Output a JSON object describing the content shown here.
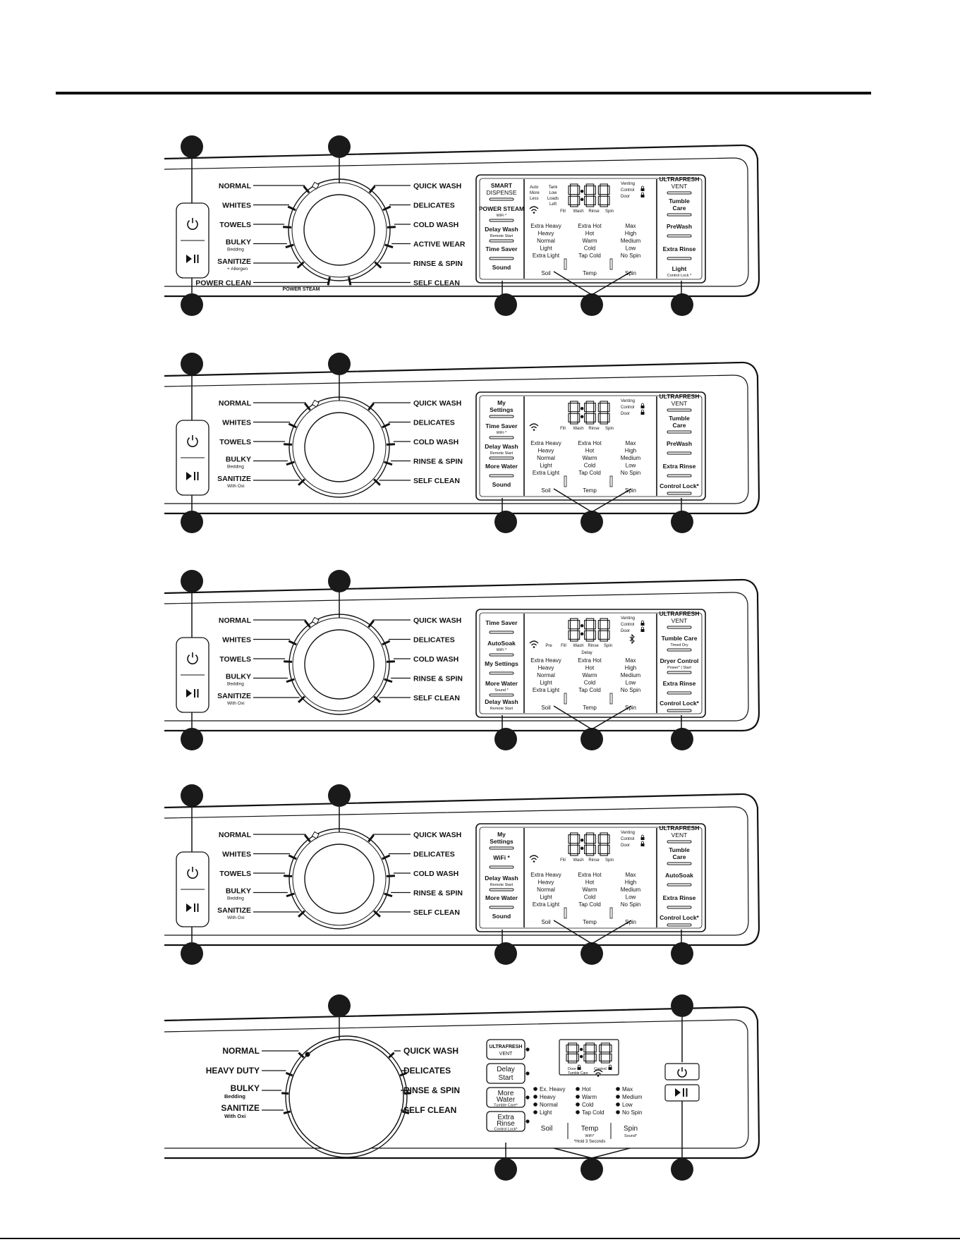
{
  "symbols": {
    "power": "⏻",
    "start_pause": "▶ll",
    "wifi_icon": "wifi-icon",
    "bluetooth_icon": "bluetooth-icon",
    "digits": "8:88"
  },
  "panels": [
    {
      "cycles_left": [
        {
          "label": "NORMAL"
        },
        {
          "label": "WHITES"
        },
        {
          "label": "TOWELS"
        },
        {
          "label": "BULKY",
          "sub": "Bedding"
        },
        {
          "label": "SANITIZE",
          "sub": "+ Allergen"
        },
        {
          "label": "POWER CLEAN"
        }
      ],
      "cycles_right": [
        "QUICK WASH",
        "DELICATES",
        "COLD WASH",
        "ACTIVE WEAR",
        "RINSE & SPIN",
        "SELF CLEAN"
      ],
      "dial_caption": "POWER STEAM",
      "left_buttons": [
        {
          "label": "SMART",
          "label2": "DISPENSE"
        },
        {
          "label": "POWER STEAM",
          "sub": "WiFi *"
        },
        {
          "label": "Delay Wash",
          "sub": "Remote Start"
        },
        {
          "label": "Time Saver"
        },
        {
          "label": "Sound"
        }
      ],
      "status_left": [
        "Auto",
        "More",
        "Less"
      ],
      "status_mid": [
        "Tank",
        "Low",
        "Loads",
        "Left"
      ],
      "status_right": [
        "Venting",
        "Control",
        "Door"
      ],
      "indicators": [
        "Fill",
        "Wash",
        "Rinse",
        "Spin"
      ],
      "soil": [
        "Extra Heavy",
        "Heavy",
        "Normal",
        "Light",
        "Extra Light"
      ],
      "temp": [
        "Extra Hot",
        "Hot",
        "Warm",
        "Cold",
        "Tap Cold"
      ],
      "spin": [
        "Max",
        "High",
        "Medium",
        "Low",
        "No Spin"
      ],
      "bottom_labels": [
        "Soil",
        "Temp",
        "Spin"
      ],
      "right_buttons": [
        {
          "label": "ULTRAFRESH",
          "label2": "VENT"
        },
        {
          "label": "Tumble",
          "label2": "Care"
        },
        {
          "label": "PreWash"
        },
        {
          "label": "Extra Rinse"
        },
        {
          "label": "Light",
          "sub": "Control Lock *"
        }
      ]
    },
    {
      "cycles_left": [
        {
          "label": "NORMAL"
        },
        {
          "label": "WHITES"
        },
        {
          "label": "TOWELS"
        },
        {
          "label": "BULKY",
          "sub": "Bedding"
        },
        {
          "label": "SANITIZE",
          "sub": "With Oxi"
        }
      ],
      "cycles_right": [
        "QUICK WASH",
        "DELICATES",
        "COLD WASH",
        "RINSE & SPIN",
        "SELF CLEAN"
      ],
      "left_buttons": [
        {
          "label": "My",
          "label2": "Settings"
        },
        {
          "label": "Time Saver",
          "sub": "WiFi *"
        },
        {
          "label": "Delay Wash",
          "sub": "Remote Start"
        },
        {
          "label": "More Water"
        },
        {
          "label": "Sound"
        }
      ],
      "status_right": [
        "Venting",
        "Control",
        "Door"
      ],
      "indicators": [
        "Fill",
        "Wash",
        "Rinse",
        "Spin"
      ],
      "soil": [
        "Extra Heavy",
        "Heavy",
        "Normal",
        "Light",
        "Extra Light"
      ],
      "temp": [
        "Extra Hot",
        "Hot",
        "Warm",
        "Cold",
        "Tap Cold"
      ],
      "spin": [
        "Max",
        "High",
        "Medium",
        "Low",
        "No Spin"
      ],
      "bottom_labels": [
        "Soil",
        "Temp",
        "Spin"
      ],
      "right_buttons": [
        {
          "label": "ULTRAFRESH",
          "label2": "VENT"
        },
        {
          "label": "Tumble",
          "label2": "Care"
        },
        {
          "label": "PreWash"
        },
        {
          "label": "Extra Rinse"
        },
        {
          "label": "Control Lock*"
        }
      ]
    },
    {
      "cycles_left": [
        {
          "label": "NORMAL"
        },
        {
          "label": "WHITES"
        },
        {
          "label": "TOWELS"
        },
        {
          "label": "BULKY",
          "sub": "Bedding"
        },
        {
          "label": "SANITIZE",
          "sub": "With Oxi"
        }
      ],
      "cycles_right": [
        "QUICK WASH",
        "DELICATES",
        "COLD WASH",
        "RINSE & SPIN",
        "SELF CLEAN"
      ],
      "left_buttons": [
        {
          "label": "Time Saver"
        },
        {
          "label": "AutoSoak",
          "sub": "WiFi *"
        },
        {
          "label": "My Settings"
        },
        {
          "label": "More Water",
          "sub": "Sound *"
        },
        {
          "label": "Delay Wash",
          "sub": "Remote Start"
        }
      ],
      "status_right": [
        "Venting",
        "Control",
        "Door"
      ],
      "indicators": [
        "Pre",
        "Fill",
        "Wash",
        "Rinse",
        "Spin"
      ],
      "indicator_sub": "Delay",
      "soil": [
        "Extra Heavy",
        "Heavy",
        "Normal",
        "Light",
        "Extra Light"
      ],
      "temp": [
        "Extra Hot",
        "Hot",
        "Warm",
        "Cold",
        "Tap Cold"
      ],
      "spin": [
        "Max",
        "High",
        "Medium",
        "Low",
        "No Spin"
      ],
      "bottom_labels": [
        "Soil",
        "Temp",
        "Spin"
      ],
      "right_buttons": [
        {
          "label": "ULTRAFRESH",
          "label2": "VENT"
        },
        {
          "label": "Tumble Care",
          "sub": "Timed Dry"
        },
        {
          "label": "Dryer Control",
          "sub": "Power* | Start"
        },
        {
          "label": "Extra Rinse"
        },
        {
          "label": "Control Lock*"
        }
      ]
    },
    {
      "cycles_left": [
        {
          "label": "NORMAL"
        },
        {
          "label": "WHITES"
        },
        {
          "label": "TOWELS"
        },
        {
          "label": "BULKY",
          "sub": "Bedding"
        },
        {
          "label": "SANITIZE",
          "sub": "With Oxi"
        }
      ],
      "cycles_right": [
        "QUICK WASH",
        "DELICATES",
        "COLD WASH",
        "RINSE & SPIN",
        "SELF CLEAN"
      ],
      "left_buttons": [
        {
          "label": "My",
          "label2": "Settings"
        },
        {
          "label": "WiFi *"
        },
        {
          "label": "Delay Wash",
          "sub": "Remote Start"
        },
        {
          "label": "More Water"
        },
        {
          "label": "Sound"
        }
      ],
      "status_right": [
        "Venting",
        "Control",
        "Door"
      ],
      "indicators": [
        "Fill",
        "Wash",
        "Rinse",
        "Spin"
      ],
      "soil": [
        "Extra Heavy",
        "Heavy",
        "Normal",
        "Light",
        "Extra Light"
      ],
      "temp": [
        "Extra Hot",
        "Hot",
        "Warm",
        "Cold",
        "Tap Cold"
      ],
      "spin": [
        "Max",
        "High",
        "Medium",
        "Low",
        "No Spin"
      ],
      "bottom_labels": [
        "Soil",
        "Temp",
        "Spin"
      ],
      "right_buttons": [
        {
          "label": "ULTRAFRESH",
          "label2": "VENT"
        },
        {
          "label": "Tumble",
          "label2": "Care"
        },
        {
          "label": "AutoSoak"
        },
        {
          "label": "Extra Rinse"
        },
        {
          "label": "Control Lock*"
        }
      ]
    },
    {
      "cycles_left": [
        {
          "label": "NORMAL"
        },
        {
          "label": "HEAVY DUTY"
        },
        {
          "label": "BULKY",
          "sub": "Bedding"
        },
        {
          "label": "SANITIZE",
          "sub": "With Oxi"
        }
      ],
      "cycles_right": [
        "QUICK WASH",
        "DELICATES",
        "RINSE & SPIN",
        "SELF CLEAN"
      ],
      "buttons": [
        {
          "label": "ULTRAFRESH",
          "label2": "VENT"
        },
        {
          "label": "Delay",
          "label2": "Start"
        },
        {
          "label": "More",
          "label2": "Water",
          "sub": "Tumble Care*"
        },
        {
          "label": "Extra",
          "label2": "Rinse",
          "sub": "Control Lock*"
        }
      ],
      "status": [
        "Door",
        "Control"
      ],
      "status_sub": "Tumble Care",
      "soil": [
        "Ex. Heavy",
        "Heavy",
        "Normal",
        "Light"
      ],
      "temp": [
        "Hot",
        "Warm",
        "Cold",
        "Tap Cold"
      ],
      "spin": [
        "Max",
        "Medium",
        "Low",
        "No Spin"
      ],
      "bottom_labels": [
        "Soil",
        "Temp",
        "Spin"
      ],
      "temp_sub": "WiFi*",
      "spin_sub": "Sound*",
      "footnote": "*Hold 3 Seconds"
    }
  ]
}
